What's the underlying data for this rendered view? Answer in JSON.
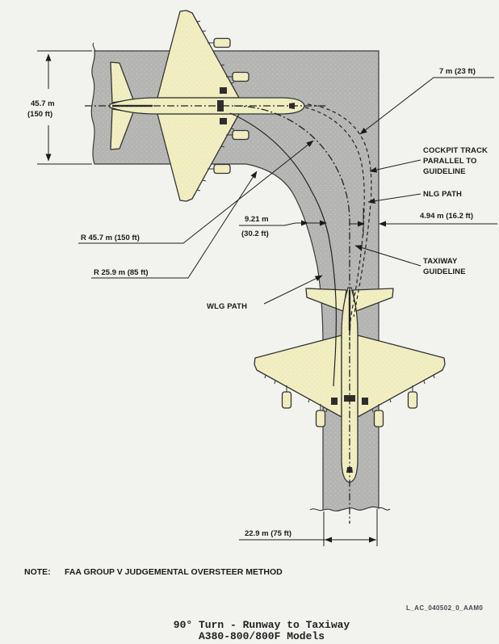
{
  "figure": {
    "note_label": "NOTE:",
    "note_text": "FAA GROUP V JUDGEMENTAL OVERSTEER METHOD",
    "reference_code": "L_AC_040502_0_AAM0",
    "caption_line1": "90° Turn - Runway to Taxiway",
    "caption_line2": "A380-800/800F Models"
  },
  "labels": {
    "runway_width_m": "45.7 m",
    "runway_width_ft": "(150 ft)",
    "cockpit_offset": "7 m (23 ft)",
    "cockpit_track_1": "COCKPIT TRACK",
    "cockpit_track_2": "PARALLEL TO",
    "cockpit_track_3": "GUIDELINE",
    "nlg_path": "NLG PATH",
    "nlg_offset": "4.94 m (16.2 ft)",
    "wlg_offset_m": "9.21 m",
    "wlg_offset_ft": "(30.2 ft)",
    "guideline_radius": "R 45.7 m (150 ft)",
    "fillet_radius": "R 25.9 m (85 ft)",
    "taxiway_guideline_1": "TAXIWAY",
    "taxiway_guideline_2": "GUIDELINE",
    "wlg_path": "WLG PATH",
    "taxiway_width": "22.9 m (75 ft)"
  },
  "colors": {
    "background": "#f2f2ef",
    "pavement": "#b4b5b2",
    "pavement_dot": "#c9cac7",
    "aircraft": "#efecbe",
    "aircraft_dot": "#faf8e2",
    "line": "#1e1e1e"
  }
}
